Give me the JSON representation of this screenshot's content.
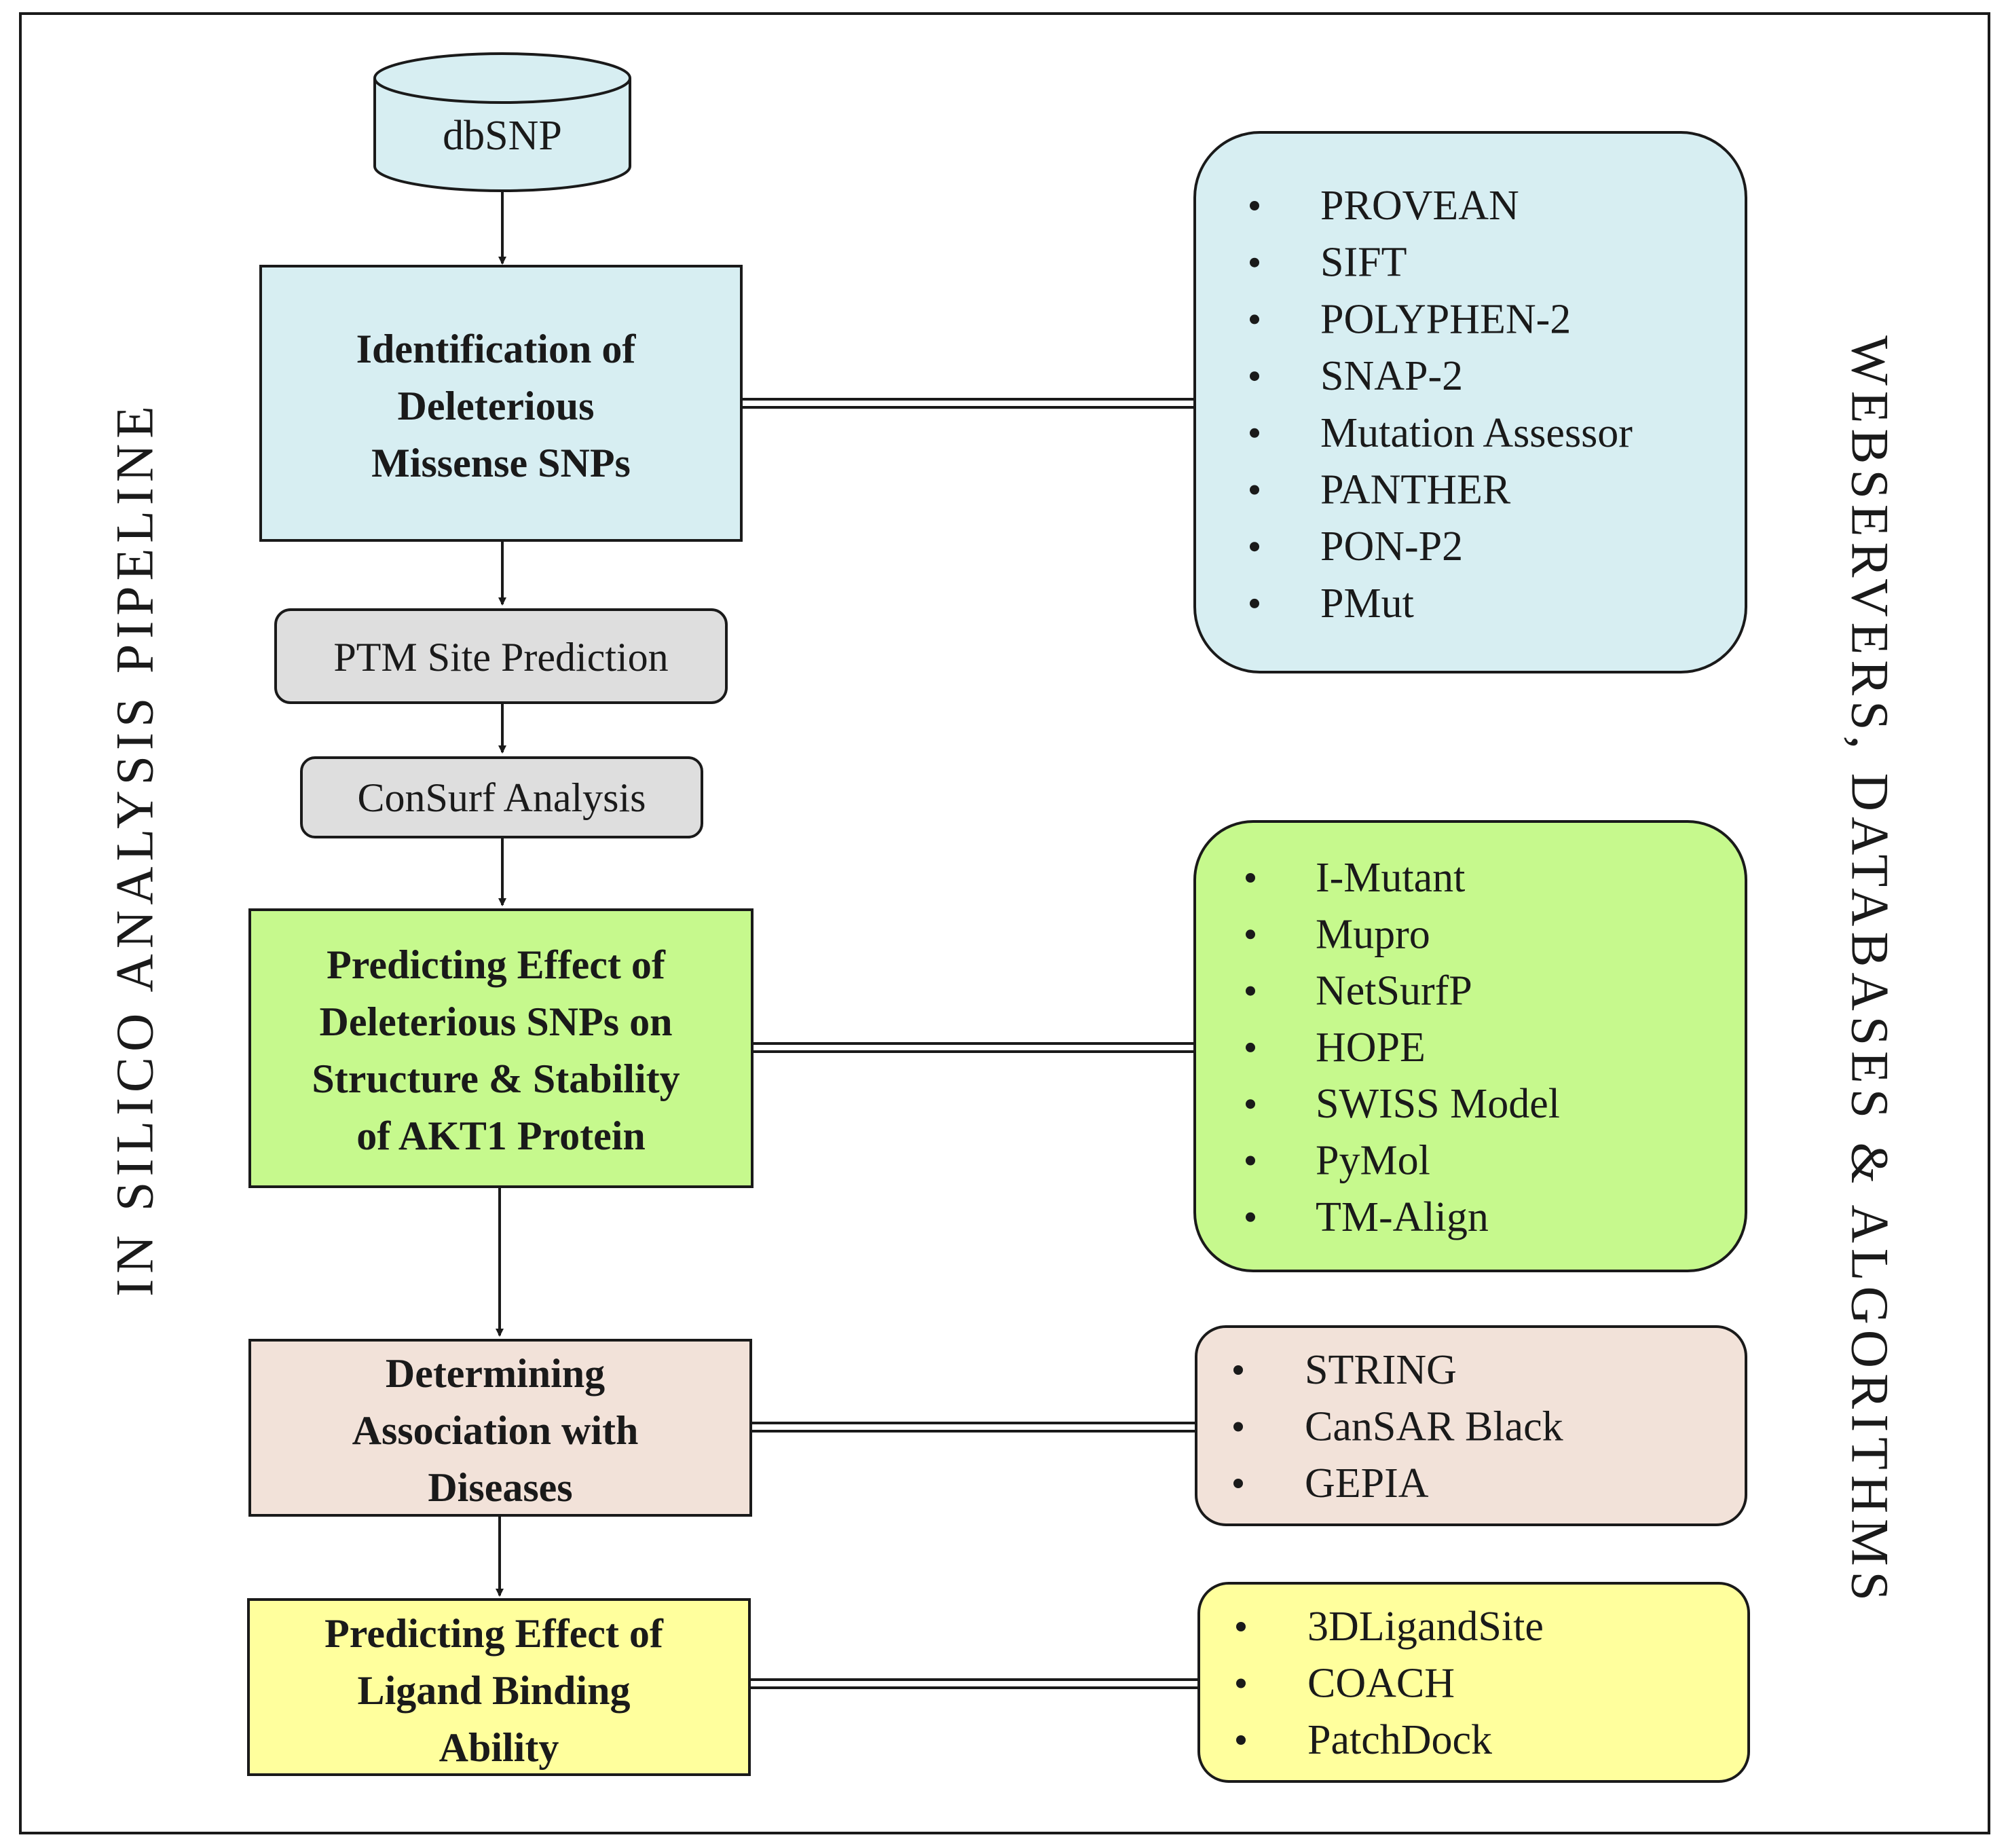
{
  "colors": {
    "blue_fill": "#d7eef2",
    "grey_fill": "#dedede",
    "green_fill": "#c6f98d",
    "tan_fill": "#f2e2d9",
    "yellow_fill": "#ffff9d",
    "stroke": "#1a1a1a"
  },
  "side_labels": {
    "left": "IN SILICO ANALYSIS PIPELINE",
    "right": "WEBSERVERS, DATABASES & ALGORITHMS"
  },
  "source": {
    "label": "dbSNP",
    "icon": "database-cylinder-icon"
  },
  "pipeline": [
    {
      "id": "identification",
      "lines": [
        "Identification of",
        "Deleterious",
        "Missense SNPs"
      ],
      "fill": "#d7eef2",
      "bold": true
    },
    {
      "id": "ptm",
      "lines": [
        "PTM Site Prediction"
      ],
      "fill": "#dedede",
      "bold": false
    },
    {
      "id": "consurf",
      "lines": [
        "ConSurf Analysis"
      ],
      "fill": "#dedede",
      "bold": false
    },
    {
      "id": "structure",
      "lines": [
        "Predicting Effect of",
        "Deleterious SNPs on",
        "Structure & Stability",
        "of AKT1 Protein"
      ],
      "fill": "#c6f98d",
      "bold": true
    },
    {
      "id": "disease",
      "lines": [
        "Determining",
        "Association with",
        "Diseases"
      ],
      "fill": "#f2e2d9",
      "bold": true
    },
    {
      "id": "ligand",
      "lines": [
        "Predicting Effect of",
        "Ligand Binding",
        "Ability"
      ],
      "fill": "#ffff9d",
      "bold": true
    }
  ],
  "tools": [
    {
      "id": "blue",
      "linked_to": "identification",
      "fill": "#d7eef2",
      "items": [
        "PROVEAN",
        "SIFT",
        "POLYPHEN-2",
        "SNAP-2",
        "Mutation Assessor",
        "PANTHER",
        "PON-P2",
        "PMut"
      ]
    },
    {
      "id": "green",
      "linked_to": "structure",
      "fill": "#c6f98d",
      "items": [
        "I-Mutant",
        "Mupro",
        "NetSurfP",
        "HOPE",
        "SWISS Model",
        "PyMol",
        "TM-Align"
      ]
    },
    {
      "id": "tan",
      "linked_to": "disease",
      "fill": "#f2e2d9",
      "items": [
        "STRING",
        "CanSAR Black",
        "GEPIA"
      ]
    },
    {
      "id": "yellow",
      "linked_to": "ligand",
      "fill": "#ffff9d",
      "items": [
        "3DLigandSite",
        "COACH",
        "PatchDock"
      ]
    }
  ]
}
